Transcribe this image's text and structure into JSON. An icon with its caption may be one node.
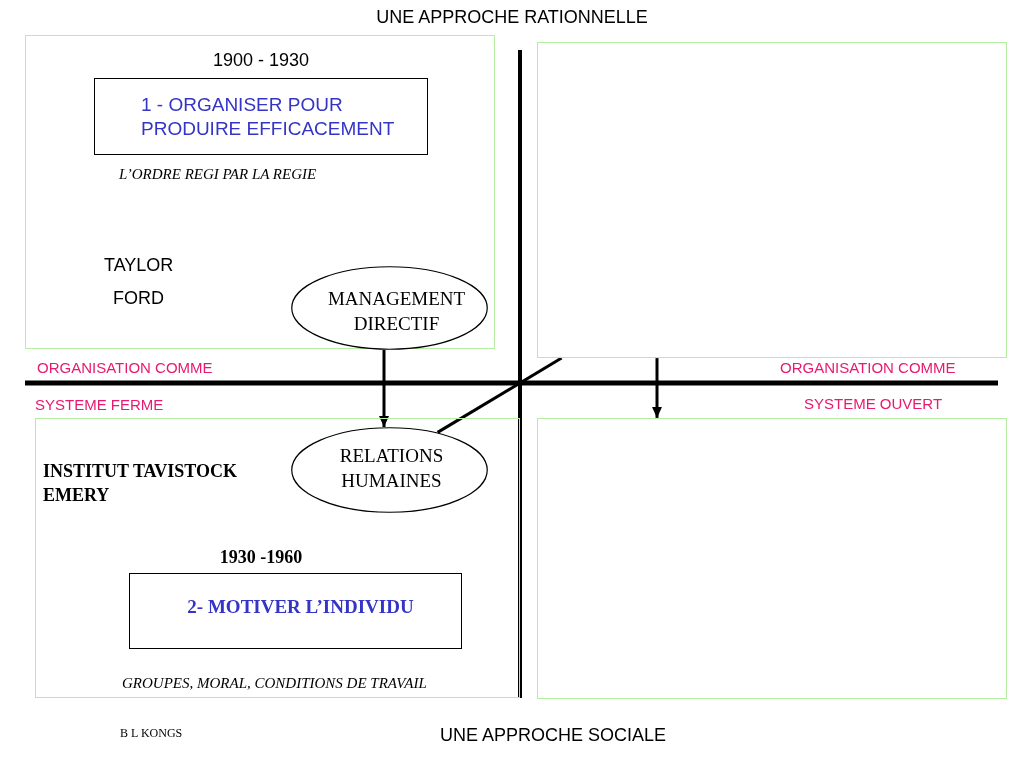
{
  "diagram": {
    "nodes": [
      {
        "text": [],
        "shape": "box"
      },
      {
        "text": [
          "1900 - 1930",
          "1 - ORGANISER POUR PRODUIRE EFFICACEMENT"
        ],
        "beside": [
          "L’ORDRE REGI PAR LA REGIE"
        ],
        "in": 0
      },
      {
        "text": [
          "MANAGEMENT DIRECTIF"
        ],
        "in": 0
      },
      {
        "text": [],
        "shape": "box"
      },
      {
        "text": [],
        "shape": "box"
      },
      {
        "text": [
          "RELATIONS HUMAINES"
        ],
        "in": 4
      },
      {
        "text": [
          "1930 -1960",
          "2- MOTIVER L’INDIVIDU"
        ],
        "beside": [
          "GROUPES, MORAL, CONDITIONS DE TRAVAIL"
        ],
        "in": 4
      },
      {
        "text": [],
        "shape": "box"
      }
    ],
    "edges": [
      {
        "from": 2,
        "to": 5,
        "arrow": "to"
      },
      {
        "from": 5,
        "to": 3,
        "arrow": "none"
      },
      {
        "from": 3,
        "to": 7,
        "arrow": "to"
      }
    ],
    "labels": [
      "UNE APPROCHE RATIONNELLE",
      "TAYLOR",
      "FORD",
      "ORGANISATION COMME",
      "ORGANISATION COMME",
      "SYSTEME FERME",
      "SYSTEME OUVERT",
      "INSTITUT TAVISTOCK EMERY",
      "B L KONGS",
      "UNE APPROCHE SOCIALE"
    ]
  }
}
